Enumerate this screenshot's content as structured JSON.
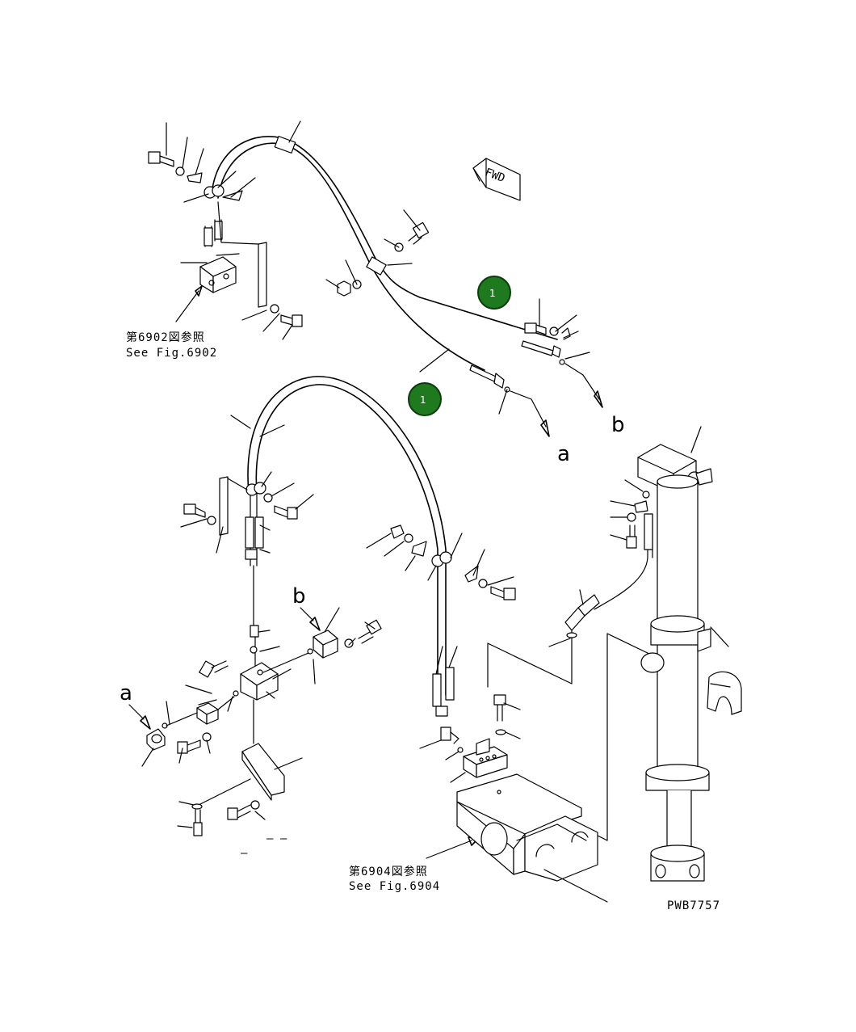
{
  "fwd_label": "FWD",
  "references": [
    {
      "jp": "第6902図参照",
      "en": "See Fig.6902"
    },
    {
      "jp": "第6904図参照",
      "en": "See Fig.6904"
    }
  ],
  "callouts": [
    {
      "label": "1",
      "color": "#1f7a1f"
    },
    {
      "label": "1",
      "color": "#1f7a1f"
    }
  ],
  "connectors": [
    "a",
    "b",
    "b",
    "a"
  ],
  "drawing_code": "PWB7757",
  "stray_marks": [
    "– –",
    "–"
  ]
}
